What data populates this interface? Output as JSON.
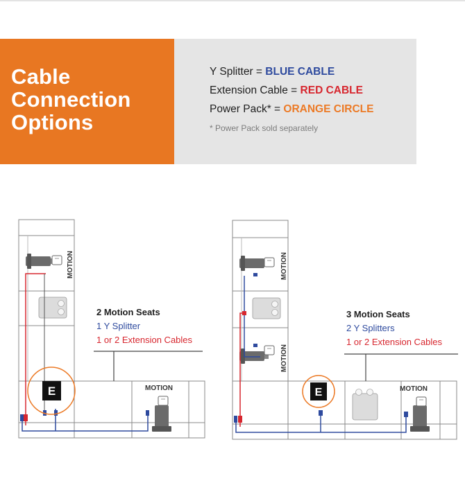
{
  "header": {
    "title_lines": [
      "Cable",
      "Connection",
      "Options"
    ]
  },
  "legend": {
    "items": [
      {
        "label": "Y Splitter = ",
        "value": "BLUE CABLE",
        "color": "#2e4a9e"
      },
      {
        "label": "Extension Cable = ",
        "value": "RED CABLE",
        "color": "#d7262e"
      },
      {
        "label": "Power Pack* = ",
        "value": "ORANGE CIRCLE",
        "color": "#ec7a26"
      }
    ],
    "note": "* Power Pack sold separately"
  },
  "diagrams": [
    {
      "title": "2 Motion Seats",
      "line1": "1 Y Splitter",
      "line2": "1 or 2 Extension Cables",
      "motion_labels": [
        "MOTION",
        "MOTION"
      ],
      "power_pack_symbol": "E"
    },
    {
      "title": "3 Motion Seats",
      "line1": "2 Y Splitters",
      "line2": "1 or 2 Extension Cables",
      "motion_labels": [
        "MOTION",
        "MOTION",
        "MOTION"
      ],
      "power_pack_symbol": "E"
    }
  ],
  "colors": {
    "accent_orange": "#e87722",
    "panel_gray": "#e5e5e5",
    "blue_cable": "#2e4a9e",
    "red_cable": "#d7262e",
    "outline": "#888888"
  },
  "icons": [
    "motor-icon",
    "y-splitter-icon",
    "power-pack-icon",
    "usb-console-icon"
  ]
}
